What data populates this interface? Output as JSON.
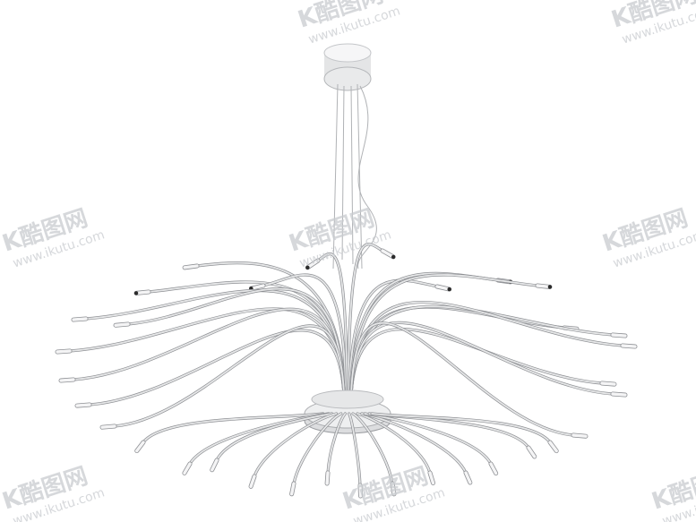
{
  "image": {
    "subject": "pendant-chandelier",
    "background_color": "#ffffff",
    "body_color": "#e6e7e8",
    "outline_color": "#8e9094",
    "tip_color": "#2b2b2b"
  },
  "watermarks": [
    {
      "logo_text": "K酷图网",
      "url_text": "www.ikutu.com"
    },
    {
      "logo_text": "K酷图网",
      "url_text": "www.ikutu.com"
    },
    {
      "logo_text": "K酷图网",
      "url_text": "www.ikutu.com"
    },
    {
      "logo_text": "K酷图网",
      "url_text": "www.ikutu.com"
    },
    {
      "logo_text": "K酷图网",
      "url_text": "www.ikutu.com"
    },
    {
      "logo_text": "K酷图网",
      "url_text": "www.ikutu.com"
    },
    {
      "logo_text": "K酷图网",
      "url_text": "www.ikutu.com"
    },
    {
      "logo_text": "K酷图网",
      "url_text": "www.ikutu.com"
    }
  ]
}
